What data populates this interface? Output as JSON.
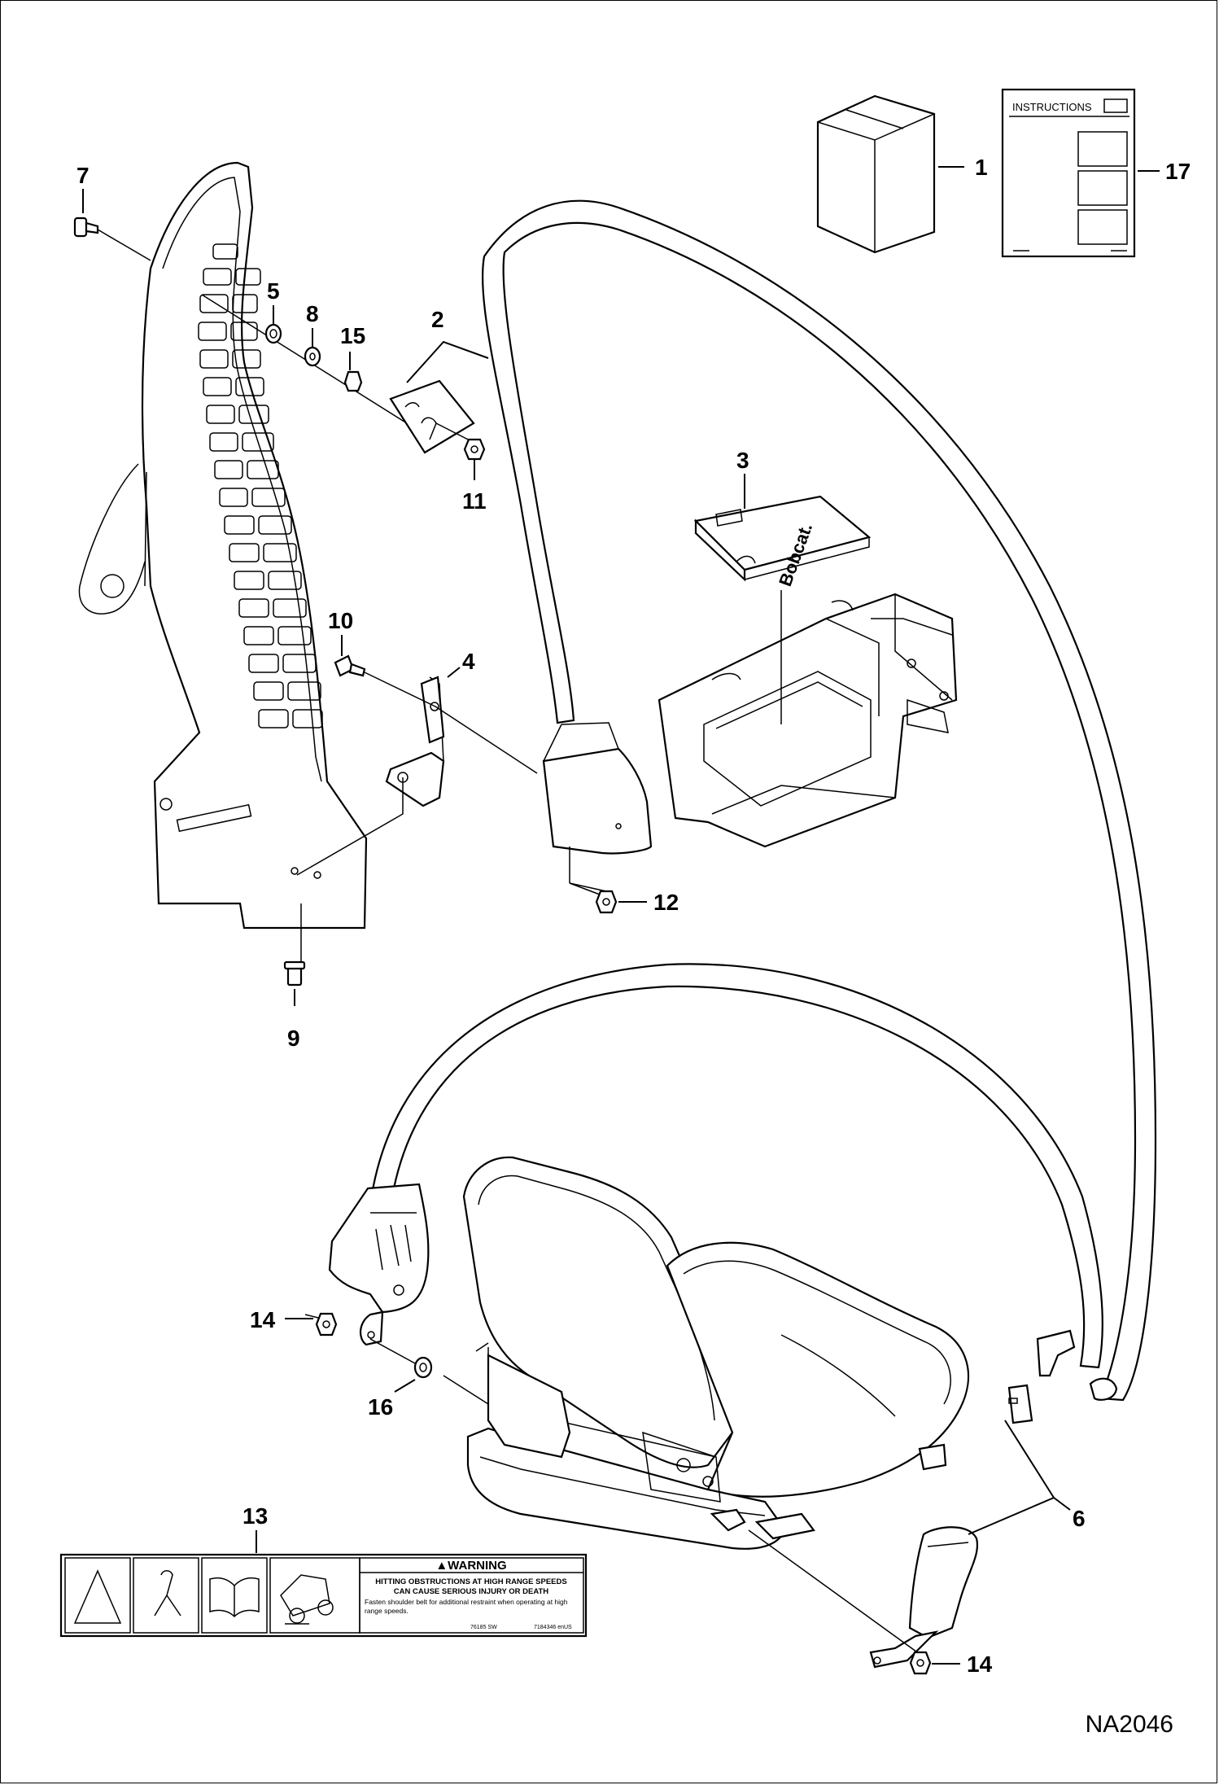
{
  "figure_id": "NA2046",
  "callouts": [
    "1",
    "2",
    "3",
    "4",
    "5",
    "6",
    "7",
    "8",
    "9",
    "10",
    "11",
    "12",
    "13",
    "14",
    "14",
    "15",
    "16",
    "17"
  ],
  "instructions_label": "INSTRUCTIONS",
  "brand_mark": "Bobcat.",
  "warning_decal": {
    "heading": "▲WARNING",
    "line1": "HITTING OBSTRUCTIONS AT HIGH RANGE SPEEDS",
    "line2": "CAN CAUSE SERIOUS INJURY OR DEATH",
    "line3": "Fasten shoulder belt for additional restraint when operating at high",
    "line4": "range speeds.",
    "code_left": "76185 SW",
    "code_right": "7184346 enUS"
  }
}
